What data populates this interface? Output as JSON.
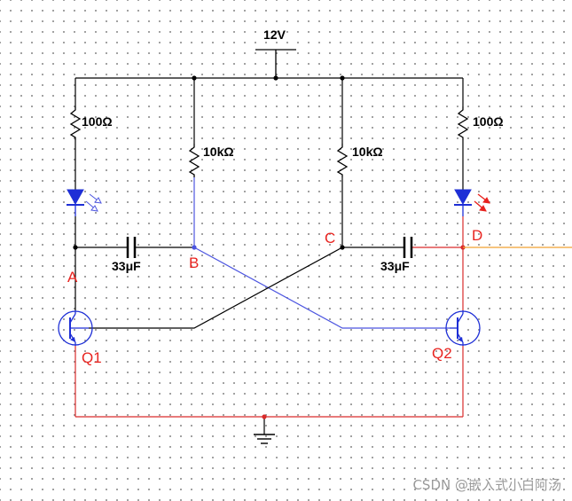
{
  "supply": {
    "label": "12V"
  },
  "resistors": {
    "r_led_left": "100Ω",
    "r_base_left": "10kΩ",
    "r_base_right": "10kΩ",
    "r_led_right": "100Ω"
  },
  "capacitors": {
    "c_left": "33μF",
    "c_right": "33μF"
  },
  "nodes": {
    "a": "A",
    "b": "B",
    "c": "C",
    "d": "D"
  },
  "transistors": {
    "q1": "Q1",
    "q2": "Q2"
  },
  "leds": {
    "left": "blue",
    "right": "blue-red-glow"
  },
  "colors": {
    "wire_black": "#000000",
    "wire_blue": "#4c55e0",
    "wire_red": "#d92b2b",
    "wire_orange": "#f0a030",
    "component_blue": "#1e2fd6",
    "label_red": "#e8231f"
  },
  "watermark": "CSDN @嵌入式小白阿汤"
}
